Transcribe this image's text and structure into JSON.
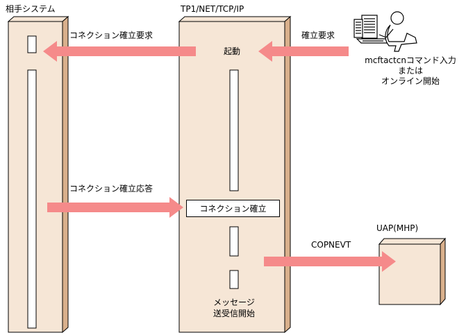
{
  "labels": {
    "remote_system": "相手システム",
    "tp1_stack": "TP1/NET/TCP/IP",
    "conn_request": "コネクション確立要求",
    "confirm_request": "確立要求",
    "startup": "起動",
    "command_line1": "mcftactcnコマンド入力",
    "command_line2": "または",
    "command_line3": "オンライン開始",
    "conn_response": "コネクション確立応答",
    "conn_established": "コネクション確立",
    "uap": "UAP(MHP)",
    "copnevt": "COPNEVT",
    "msg_line1": "メッセージ",
    "msg_line2": "送受信開始"
  },
  "colors": {
    "box_fill": "#f6e6d6",
    "box_side": "#d9b08c",
    "arrow": "#f58a8a"
  },
  "icons": [
    "computer-icon",
    "person-icon"
  ]
}
